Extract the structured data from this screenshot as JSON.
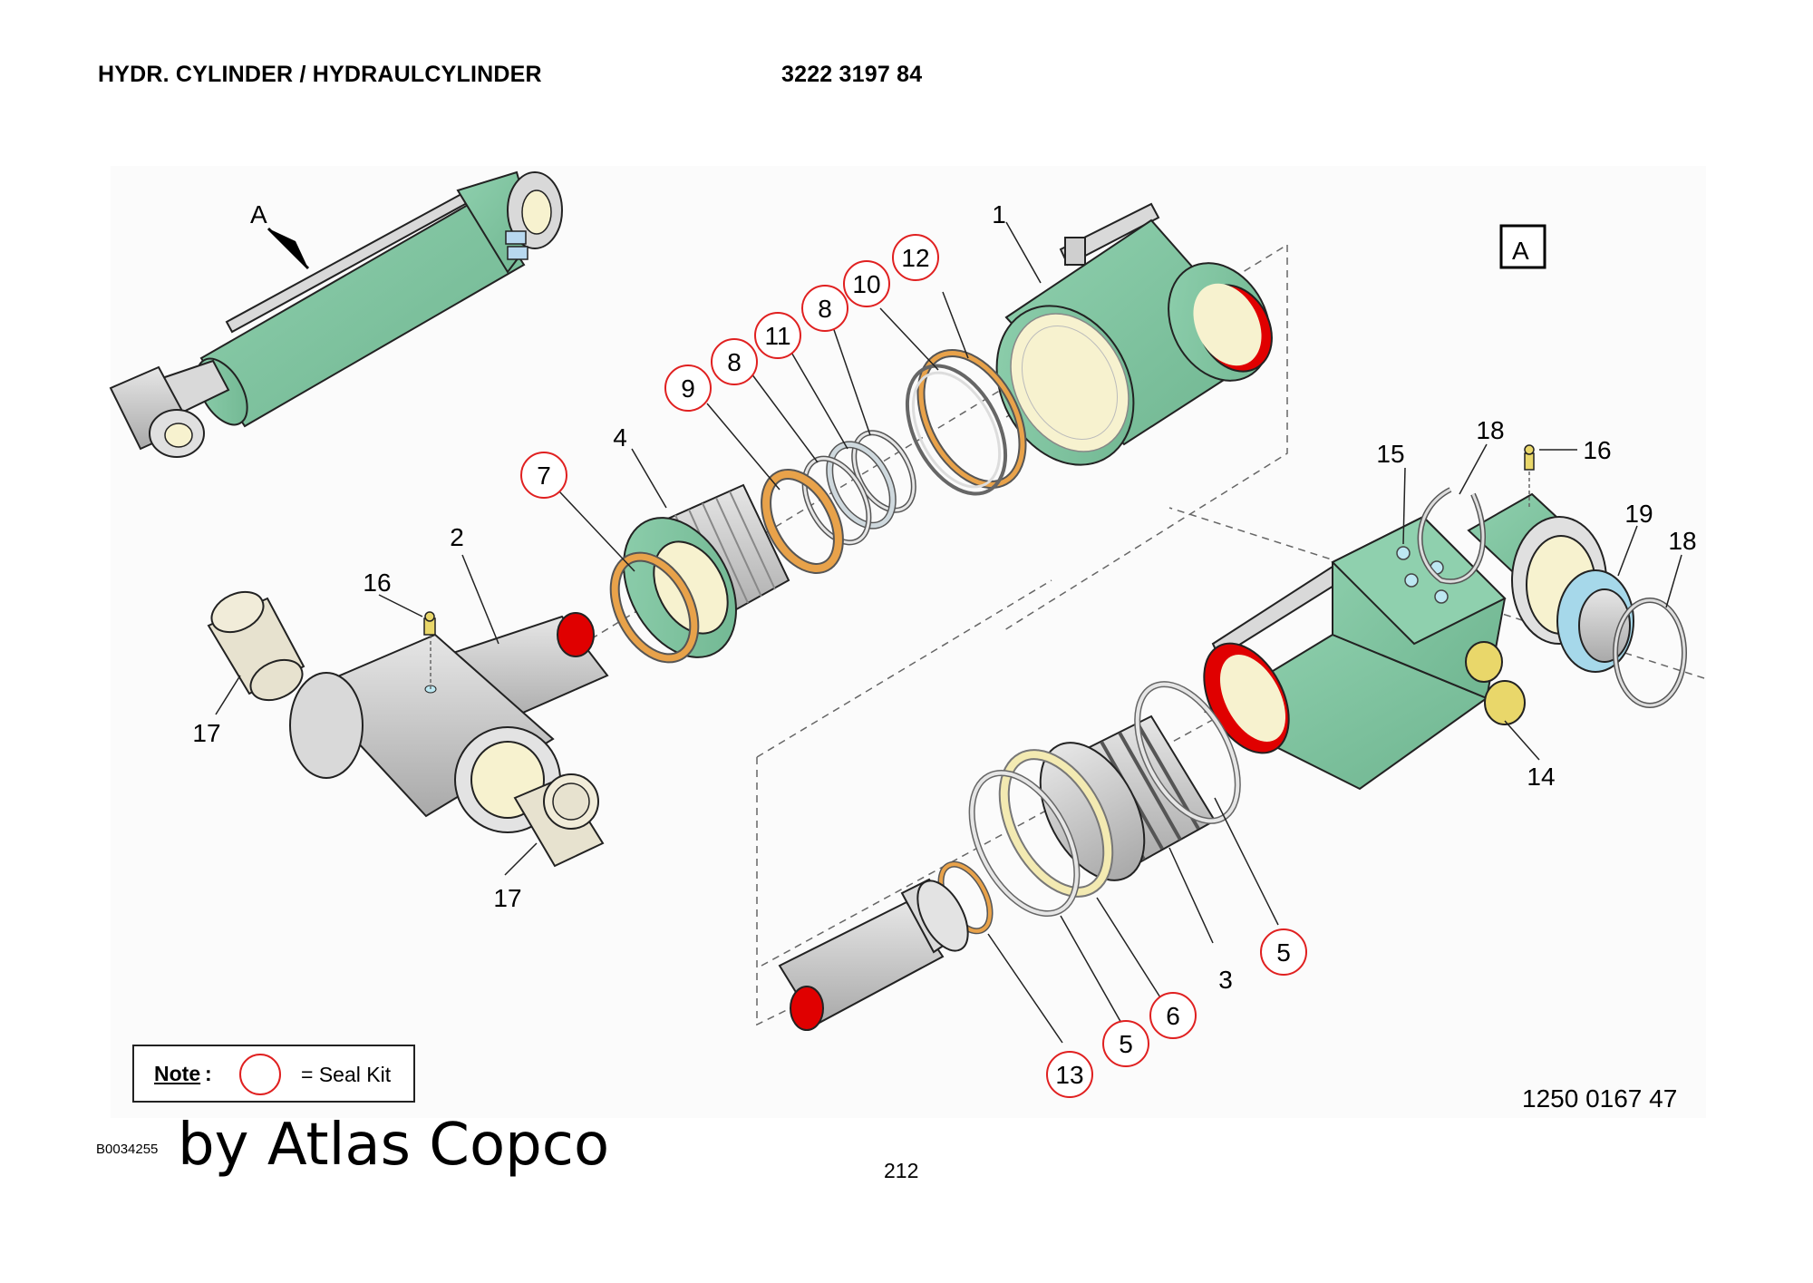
{
  "header": {
    "title": "HYDR. CYLINDER / HYDRAULCYLINDER",
    "part_number": "3222 3197 84"
  },
  "view_label": "A",
  "arrow_label": "A",
  "callouts": {
    "c1": "1",
    "c2": "2",
    "c3": "3",
    "c4": "4",
    "c5a": "5",
    "c5b": "5",
    "c6": "6",
    "c7": "7",
    "c8a": "8",
    "c8b": "8",
    "c9": "9",
    "c10": "10",
    "c11": "11",
    "c12": "12",
    "c13": "13",
    "c14": "14",
    "c15": "15",
    "c16a": "16",
    "c16b": "16",
    "c17a": "17",
    "c17b": "17",
    "c18a": "18",
    "c18b": "18",
    "c19": "19"
  },
  "note": {
    "label": "Note",
    "colon": ":",
    "text": "= Seal Kit"
  },
  "drawing_number": "1250 0167 47",
  "reference_code": "B0034255",
  "brand_line": "by Atlas Copco",
  "page_number": "212",
  "colors": {
    "body_green": "#7dc4a0",
    "seal_orange": "#e8a24a",
    "seal_kit_circle": "#e02020",
    "bore_red": "#e00000",
    "bearing_cream": "#f7f2cf",
    "grey_part": "#cfcfcf",
    "blue_bearing": "#a6d8ea",
    "brass_fitting": "#e9d76a"
  }
}
